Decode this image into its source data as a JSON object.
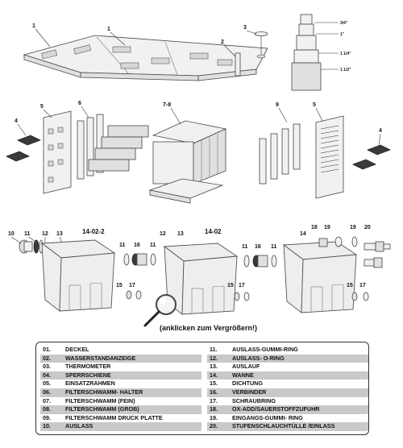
{
  "labels": {
    "deckel_left": "1",
    "deckel_right": "1",
    "wasserstand": "2",
    "thermometer": "3",
    "sperrschiene_left": "4",
    "sperrschiene_right": "4",
    "einsatz_left": "5",
    "einsatz_right": "5",
    "halter": "6",
    "schwamm_fein_grob": "7-8",
    "druckplatte": "9",
    "auslass_left": "10",
    "ring_a": "11",
    "ring_b": "11",
    "ring_c": "11",
    "auslauf_a": "12",
    "wanne_a": "13",
    "wanne_b": "13",
    "gruppe_left": "14-02-2",
    "gruppe_mid": "14-02",
    "wanne_right": "14",
    "dichtung_a": "15",
    "dichtung_b": "15",
    "verbinder_a": "16",
    "verbinder_b": "16",
    "schraubring_a": "17",
    "schraubring_b": "17",
    "ox_add": "18",
    "eingang_a": "19",
    "eingang_b": "19",
    "schlauchtuelle": "20"
  },
  "hose_sizes": [
    "3/4\"",
    "1\"",
    "1 1/4\"",
    "1 1/2\""
  ],
  "zoom_hint": "(anklicken zum Vergrößern!)",
  "legend": {
    "left": [
      {
        "num": "01.",
        "text": "DECKEL"
      },
      {
        "num": "02.",
        "text": "WASSERSTANDANZEIGE"
      },
      {
        "num": "03.",
        "text": "THERMOMETER"
      },
      {
        "num": "04.",
        "text": "SPERRSCHIENE"
      },
      {
        "num": "05.",
        "text": "EINSATZRAHMEN"
      },
      {
        "num": "06.",
        "text": "FILTERSCHWAMM- HALTER"
      },
      {
        "num": "07.",
        "text": "FILTERSCHWAMM (FEIN)"
      },
      {
        "num": "08.",
        "text": "FILTERSCHWAMM (GROB)"
      },
      {
        "num": "09.",
        "text": "FILTERSCHWAMM DRUCK PLATTE"
      },
      {
        "num": "10.",
        "text": "AUSLASS"
      }
    ],
    "right": [
      {
        "num": "11.",
        "text": "AUSLASS-GUMMI-RING"
      },
      {
        "num": "12.",
        "text": "AUSLASS- O-RING"
      },
      {
        "num": "13.",
        "text": "AUSLAUF"
      },
      {
        "num": "14.",
        "text": "WANNE"
      },
      {
        "num": "15.",
        "text": "DICHTUNG"
      },
      {
        "num": "16.",
        "text": "VERBINDER"
      },
      {
        "num": "17.",
        "text": "SCHRAUBRING"
      },
      {
        "num": "18.",
        "text": "OX-ADD/SAUERSTOFFZUFUHR"
      },
      {
        "num": "19.",
        "text": "EINGANGS-GUMMI- RING"
      },
      {
        "num": "20.",
        "text": "STUFENSCHLAUCHTÜLLE /EINLASS"
      }
    ]
  }
}
